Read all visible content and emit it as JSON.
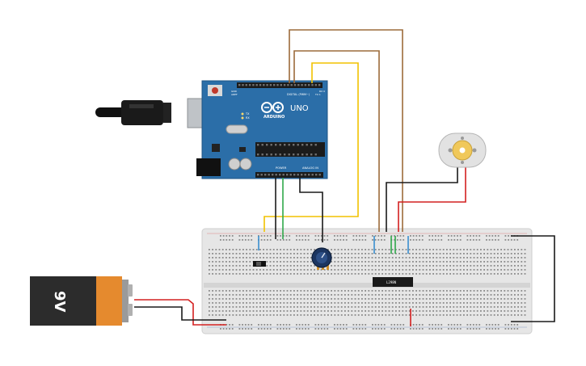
{
  "arduino": {
    "brand": "ARDUINO",
    "model": "UNO",
    "header_digital": "DIGITAL (PWM~)",
    "header_power": "POWER",
    "header_analog": "ANALOG IN",
    "tx_label": "TX",
    "rx_label": "RX",
    "aref_label": "AREF",
    "gnd_label": "GND",
    "tx_pin": "TX 1",
    "rx_pin": "RX 0",
    "board_color": "#2b6ea8"
  },
  "battery": {
    "label": "9V"
  },
  "driver_chip": {
    "label": "L298N"
  },
  "wire_colors": {
    "brown": "#9c6b3a",
    "yellow": "#f2c200",
    "black": "#1a1a1a",
    "red": "#d42020",
    "green": "#2fa84a",
    "blue": "#3a8fd0",
    "orange": "#e0922a"
  }
}
